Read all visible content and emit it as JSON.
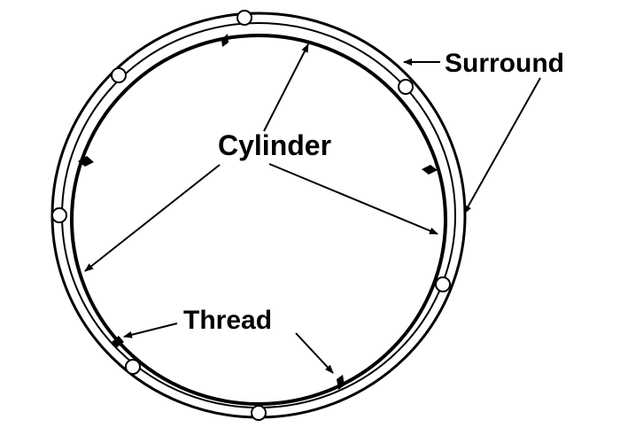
{
  "labels": {
    "surround": "Surround",
    "cylinder": "Cylinder",
    "thread": "Thread"
  },
  "colors": {
    "stroke": "#000000",
    "background": "#ffffff"
  }
}
